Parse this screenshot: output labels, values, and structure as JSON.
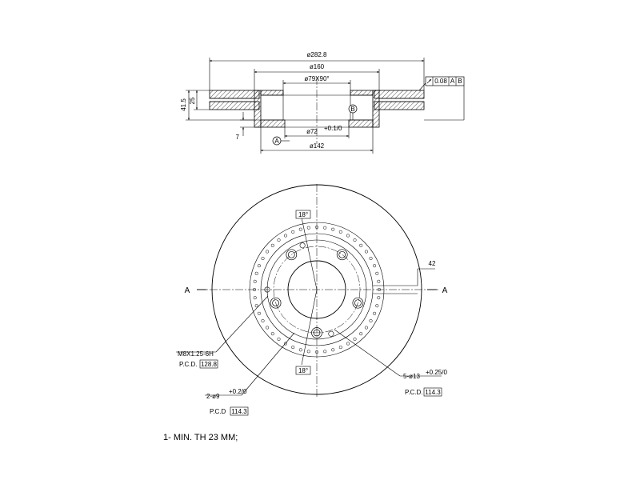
{
  "section_view": {
    "dims": {
      "outer_diameter": "ø282.8",
      "hat_diameter": "ø160",
      "bore_chamfer": "ø79X90°",
      "total_height": "41.5",
      "thickness": "25",
      "hat_depth": "7",
      "center_bore": "ø72",
      "center_bore_tol": "+0.1/0",
      "hub_diameter": "ø142"
    },
    "datum_a": "A",
    "datum_b": "B",
    "flatness": {
      "value": "0.08",
      "ref_a": "A",
      "ref_b": "B"
    }
  },
  "plan_view": {
    "angle_top": "18°",
    "angle_bottom": "18°",
    "vent_width": "42",
    "section_mark_left": "A",
    "section_mark_right": "A",
    "thread_spec": "M8X1.25-6H",
    "thread_pcd_label": "P.C.D.",
    "thread_pcd_value": "128.8",
    "pin_holes": "2-ø9",
    "pin_holes_tol": "+0.2/0",
    "pin_pcd_label": "P.C.D",
    "pin_pcd_value": "114.3",
    "bolt_holes": "5-ø13",
    "bolt_holes_tol": "+0.25/0",
    "bolt_pcd_label": "P.C.D.",
    "bolt_pcd_value": "114.3"
  },
  "note": "1- MIN. TH 23 MM;"
}
